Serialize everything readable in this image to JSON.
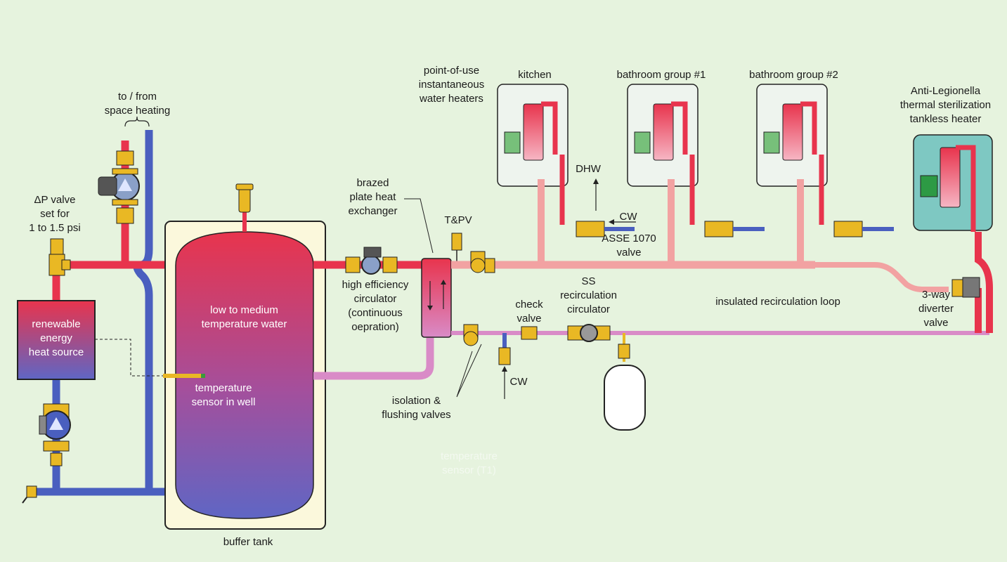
{
  "labels": {
    "to_from_space_heating": "to / from\nspace heating",
    "dp_valve": "ΔP valve\nset for\n1 to 1.5 psi",
    "renewable": "renewable\nenergy\nheat source",
    "buffer_tank": "buffer tank",
    "low_to_medium": "low to medium\ntemperature water",
    "temp_sensor_well": "temperature\nsensor in well",
    "brazed": "brazed\nplate heat\nexchanger",
    "tpv": "T&PV",
    "hec": "high efficiency\ncirculator\n(continuous\noepration)",
    "isolation": "isolation &\nflushing valves",
    "check_valve": "check\nvalve",
    "ss_recirc": "SS\nrecirculation\ncirculator",
    "cw_bottom": "CW",
    "cw_top": "CW",
    "dhw": "DHW",
    "asse": "ASSE 1070\nvalve",
    "insulated_loop": "insulated recirculation loop",
    "point_of_use": "point-of-use\ninstantaneous\nwater heaters",
    "kitchen": "kitchen",
    "bath1": "bathroom group #1",
    "bath2": "bathroom group #2",
    "anti_leg": "Anti-Legionella\nthermal sterilization\ntankless heater",
    "three_way": "3-way\ndiverter\nvalve",
    "faint_temp_sensor": "temperature\nsensor (T1)"
  },
  "colors": {
    "background": "#e6f3de",
    "hot_pipe": "#e8344d",
    "warm_pipe": "#f2a2a2",
    "return_pipe": "#d98bc7",
    "cold_pipe": "#4a5fbf",
    "valve_yellow": "#e9b824",
    "heater_box": "#eef4ee",
    "sterilizer_box": "#7ec8c2"
  }
}
